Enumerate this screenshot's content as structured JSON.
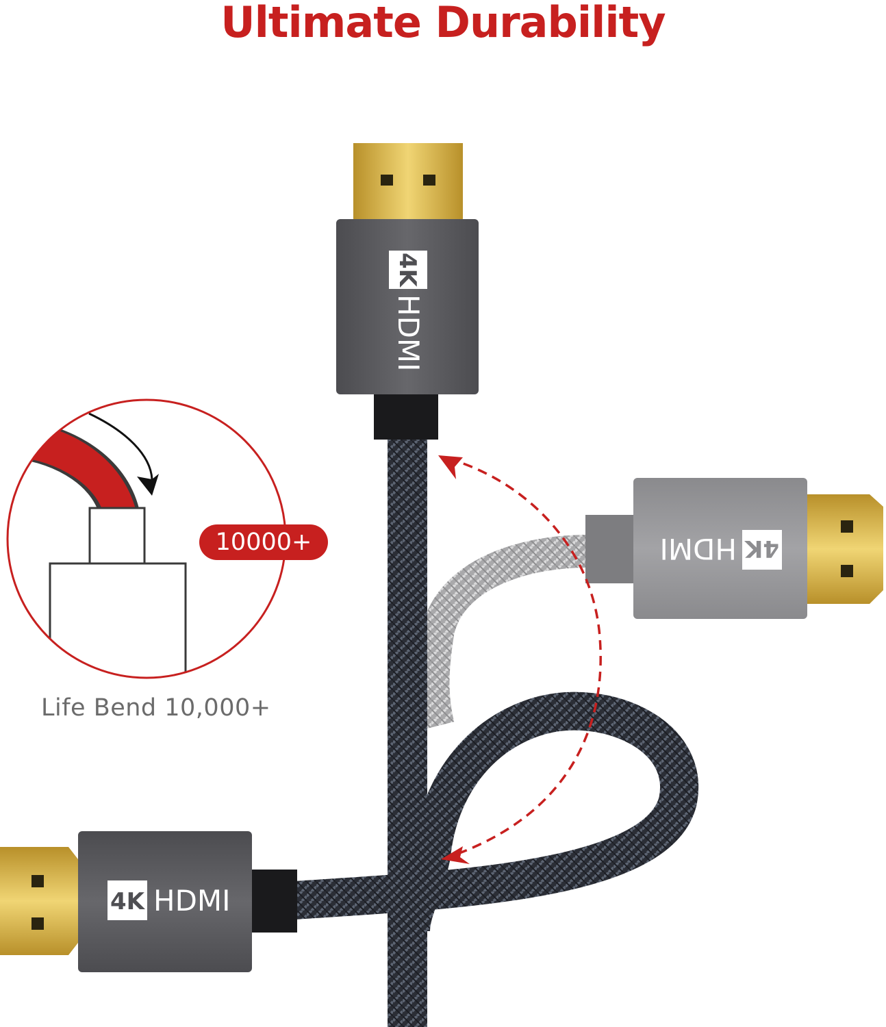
{
  "heading": {
    "title": "Ultimate Durability"
  },
  "detail_inset": {
    "badge_text": "10000+",
    "caption": "Life Bend 10,000+"
  },
  "connectors": {
    "top": {
      "badge": "4K",
      "label": "HDMI"
    },
    "right": {
      "badge": "4K",
      "label": "HDMI"
    },
    "bottom": {
      "badge": "4K",
      "label": "HDMI"
    }
  },
  "colors": {
    "accent": "#c7201f",
    "connector_dark": "#5b5b5e",
    "connector_light": "#949497",
    "gold": "#d4b23d",
    "braid_dark": "#2e3139",
    "braid_light": "#b8b8ba"
  },
  "icons": {
    "bend_arrow": "curved-arrow-icon",
    "swing_arrow": "dashed-arc-arrow-icon"
  }
}
